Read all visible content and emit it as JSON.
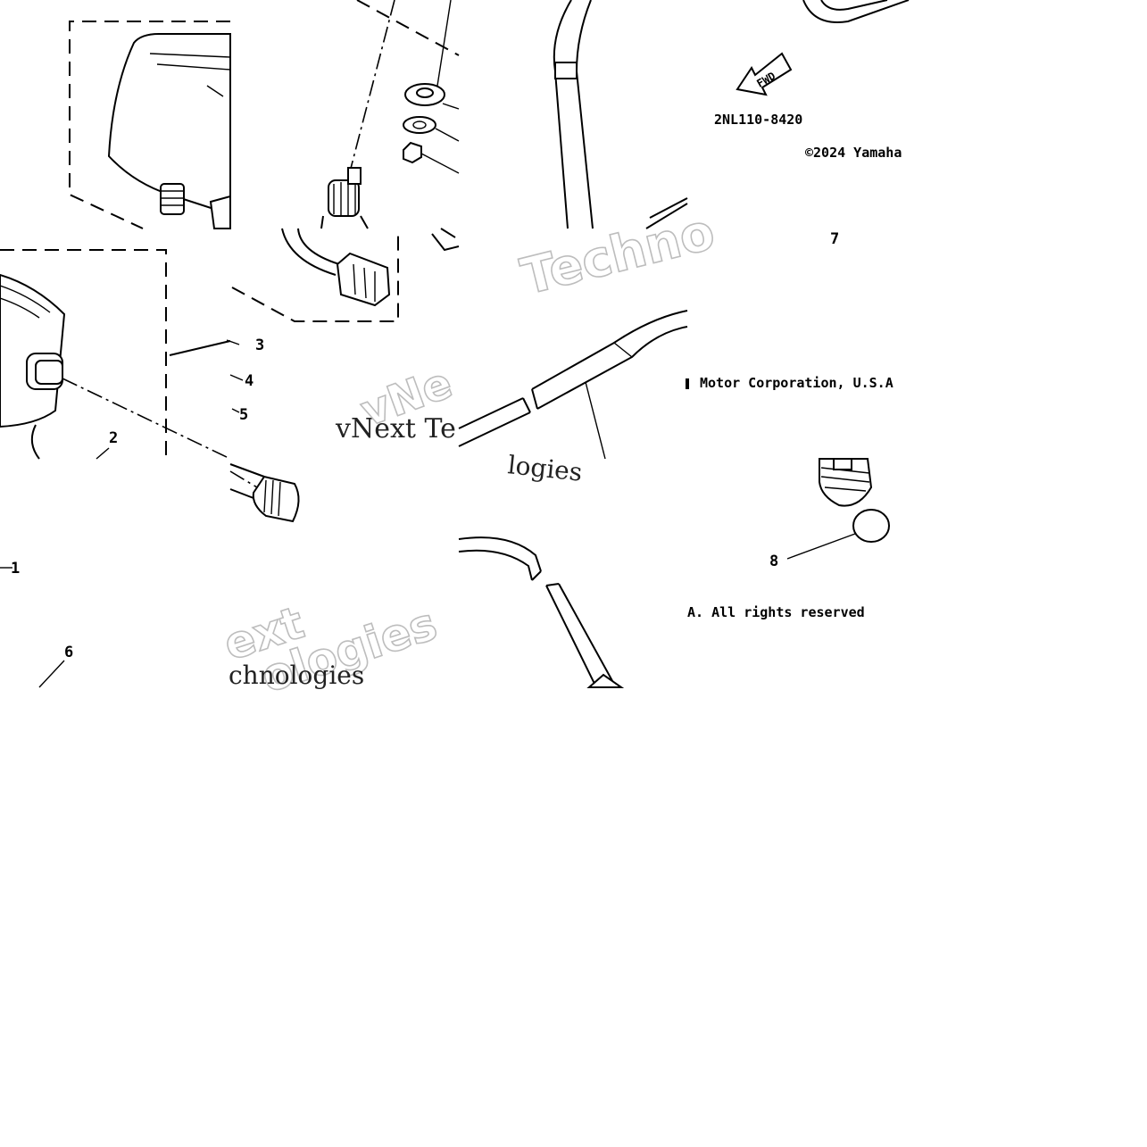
{
  "diagram": {
    "part_code": "2NL110-8420",
    "copyright_line": "©2024 Yamaha",
    "copyright_mid": "Motor Corporation, U.S.A",
    "copyright_end": "A. All rights reserved",
    "fwd_label": "FWD",
    "callouts": {
      "c1": "1",
      "c2": "2",
      "c3": "3",
      "c4": "4",
      "c5": "5",
      "c6": "6",
      "c7": "7",
      "c8": "8"
    },
    "watermarks": {
      "w1": "Techno",
      "w2": "vNe",
      "w3": "vNext Te",
      "w4": "logies",
      "w5": "ext",
      "w6": "ologies",
      "w7": "chnologies"
    }
  }
}
